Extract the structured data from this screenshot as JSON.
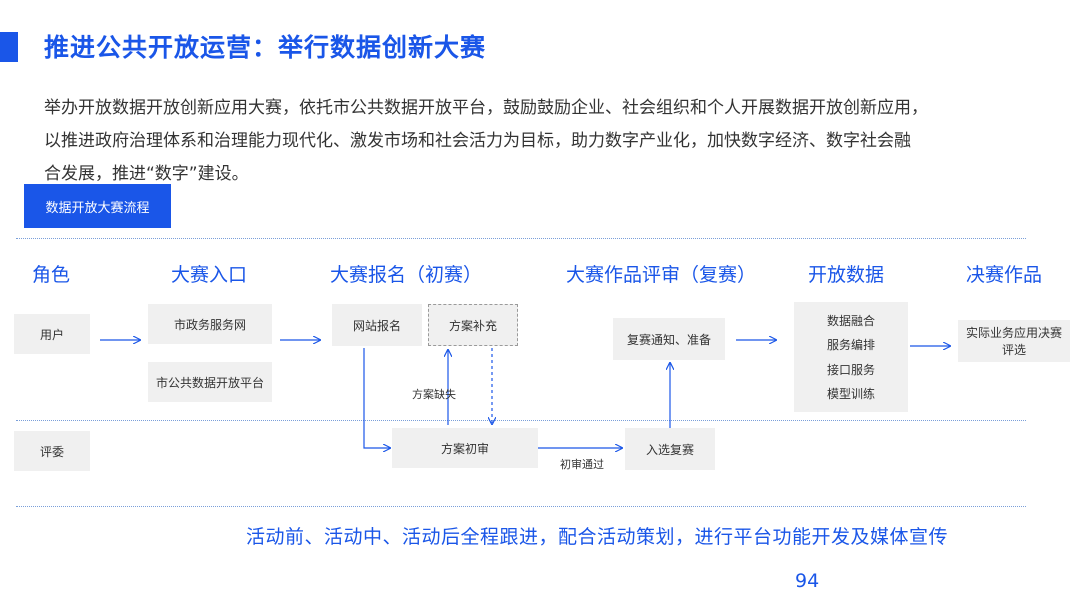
{
  "header": {
    "title": "推进公共开放运营：举行数据创新大赛"
  },
  "intro": {
    "lines": [
      "举办开放数据开放创新应用大赛，依托市公共数据开放平台，鼓励鼓励企业、社会组织和个人开展数据开放创新应用，",
      "以推进政府治理体系和治理能力现代化、激发市场和社会活力为目标，助力数字产业化，加快数字经济、数字社会融",
      "合发展，推进“数字”建设。"
    ]
  },
  "flow_tag": "数据开放大赛流程",
  "columns": [
    "角色",
    "大赛入口",
    "大赛报名（初赛）",
    "大赛作品评审（复赛）",
    "开放数据",
    "决赛作品"
  ],
  "nodes": {
    "user": "用户",
    "judge": "评委",
    "gov_service": "市政务服务网",
    "open_platform": "市公共数据开放平台",
    "web_signup": "网站报名",
    "plan_supplement": "方案补充",
    "plan_missing": "方案缺失",
    "plan_initial_review": "方案初审",
    "initial_pass": "初审通过",
    "enter_rematch": "入选复赛",
    "rematch_notice": "复赛通知、准备",
    "open_data_items": [
      "数据融合",
      "服务编排",
      "接口服务",
      "模型训练"
    ],
    "final_work": "实际业务应用决赛评选"
  },
  "footer_note": "活动前、活动中、活动后全程跟进，配合活动策划，进行平台功能开发及媒体宣传",
  "page_number": "94",
  "colors": {
    "accent": "#1a56e8",
    "box_bg": "#f0f0f0",
    "text": "#333333"
  }
}
